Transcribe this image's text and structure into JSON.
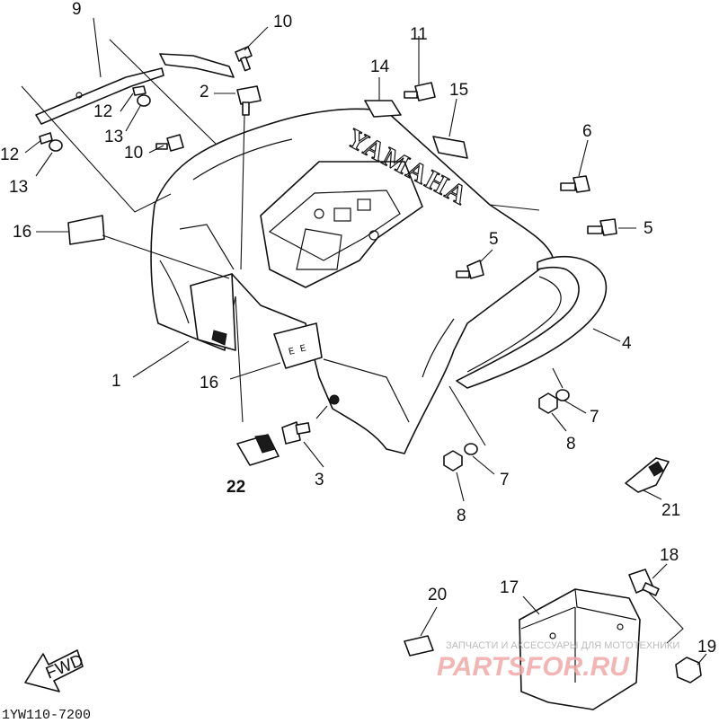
{
  "diagram": {
    "brand_text": "YAMAHA",
    "drawing_code": "1YW110-7200",
    "fwd_label": "FWD",
    "callouts": [
      {
        "id": "c9",
        "label": "9"
      },
      {
        "id": "c10a",
        "label": "10"
      },
      {
        "id": "c11",
        "label": "11"
      },
      {
        "id": "c14",
        "label": "14"
      },
      {
        "id": "c15",
        "label": "15"
      },
      {
        "id": "c2",
        "label": "2"
      },
      {
        "id": "c12a",
        "label": "12"
      },
      {
        "id": "c13a",
        "label": "13"
      },
      {
        "id": "c10b",
        "label": "10"
      },
      {
        "id": "c12b",
        "label": "12"
      },
      {
        "id": "c13b",
        "label": "13"
      },
      {
        "id": "c6",
        "label": "6"
      },
      {
        "id": "c5a",
        "label": "5"
      },
      {
        "id": "c5b",
        "label": "5"
      },
      {
        "id": "c16a",
        "label": "16"
      },
      {
        "id": "c1",
        "label": "1"
      },
      {
        "id": "c16b",
        "label": "16"
      },
      {
        "id": "c4",
        "label": "4"
      },
      {
        "id": "c7a",
        "label": "7"
      },
      {
        "id": "c8a",
        "label": "8"
      },
      {
        "id": "c3",
        "label": "3"
      },
      {
        "id": "c22",
        "label": "22"
      },
      {
        "id": "c7b",
        "label": "7"
      },
      {
        "id": "c8b",
        "label": "8"
      },
      {
        "id": "c21",
        "label": "21"
      },
      {
        "id": "c18",
        "label": "18"
      },
      {
        "id": "c20",
        "label": "20"
      },
      {
        "id": "c17",
        "label": "17"
      },
      {
        "id": "c19",
        "label": "19"
      }
    ]
  },
  "watermark": {
    "top_text": "ЗАПЧАСТИ И АКСЕССУАРЫ ДЛЯ МОТОТЕХНИКИ",
    "logo_text": "PARTSFOR.RU"
  },
  "colors": {
    "ink": "#111111",
    "watermark_red": "#f1a8a8",
    "watermark_gray": "#b0b0b0"
  }
}
